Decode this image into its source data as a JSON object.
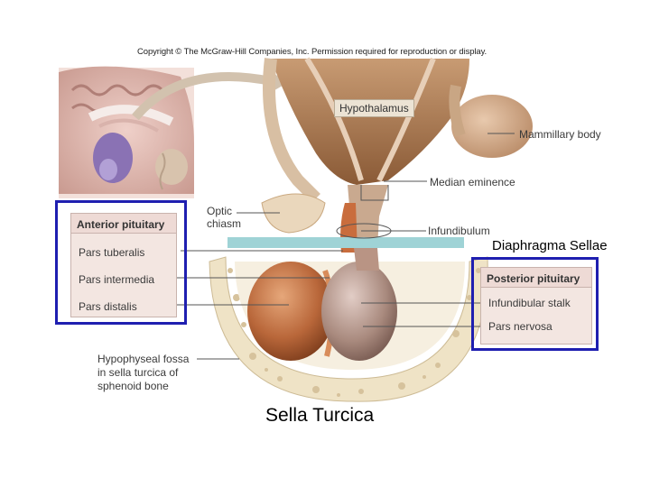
{
  "copyright": "Copyright © The McGraw-Hill Companies, Inc. Permission required for reproduction or display.",
  "labels": {
    "hypothalamus": "Hypothalamus",
    "mammillary_body": "Mammillary body",
    "median_eminence": "Median eminence",
    "optic_chiasm_line1": "Optic",
    "optic_chiasm_line2": "chiasm",
    "infundibulum": "Infundibulum",
    "diaphragma_sellae": "Diaphragma Sellae",
    "fossa_line1": "Hypophyseal fossa",
    "fossa_line2": "in sella turcica of",
    "fossa_line3": "sphenoid bone",
    "sella_turcica": "Sella Turcica"
  },
  "anterior_box": {
    "title": "Anterior pituitary",
    "items": [
      "Pars tuberalis",
      "Pars intermedia",
      "Pars distalis"
    ]
  },
  "posterior_box": {
    "title": "Posterior pituitary",
    "items": [
      "Infundibular stalk",
      "Pars nervosa"
    ]
  },
  "colors": {
    "highlight_box": "#1f1fb0",
    "diaphragma_band": "#9fd3d6",
    "anterior_lobe": "#b9673a",
    "posterior_lobe": "#a98a7e",
    "bone": "#efe3c6"
  }
}
